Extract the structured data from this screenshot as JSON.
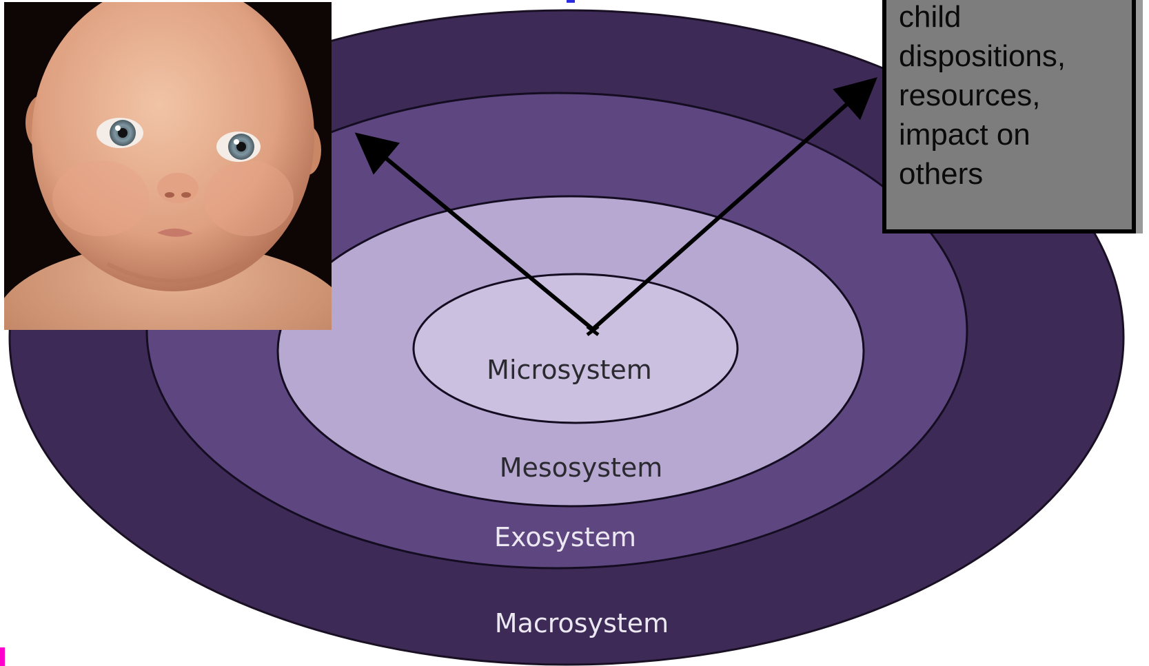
{
  "rings": [
    {
      "label": "Macrosystem",
      "fill": "#3e2a56",
      "text_color": "#ece8f2"
    },
    {
      "label": "Exosystem",
      "fill": "#5e4780",
      "text_color": "#ece8f2"
    },
    {
      "label": "Mesosystem",
      "fill": "#b6a8d0",
      "text_color": "#2a2a30"
    },
    {
      "label": "Microsystem",
      "fill": "#cbc0e0",
      "text_color": "#2a2a30"
    }
  ],
  "info_box": {
    "text": "child\ndispositions,\nresources,\nimpact on\nothers",
    "background": "#7d7d7d"
  },
  "photo": {
    "subject": "baby-portrait"
  },
  "arrow_color": "#000000"
}
